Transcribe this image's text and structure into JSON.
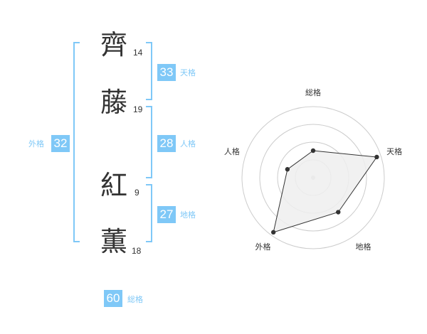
{
  "name": {
    "chars": [
      {
        "char": "齊",
        "strokes": "14"
      },
      {
        "char": "藤",
        "strokes": "19"
      },
      {
        "char": "紅",
        "strokes": "9"
      },
      {
        "char": "薫",
        "strokes": "18"
      }
    ]
  },
  "fortune": {
    "tenkaku": {
      "label": "天格",
      "value": "33"
    },
    "jinkaku": {
      "label": "人格",
      "value": "28"
    },
    "chikaku": {
      "label": "地格",
      "value": "27"
    },
    "gaikaku": {
      "label": "外格",
      "value": "32"
    },
    "soukaku": {
      "label": "総格",
      "value": "60"
    }
  },
  "colors": {
    "accent": "#7fc8f7",
    "text": "#333333",
    "ring": "#cccccc",
    "fill": "#eeeeee"
  },
  "chart_data": {
    "type": "radar",
    "axes": [
      "総格",
      "天格",
      "地格",
      "外格",
      "人格"
    ],
    "values": [
      0.38,
      0.94,
      0.6,
      0.95,
      0.38
    ],
    "rings": 4
  }
}
